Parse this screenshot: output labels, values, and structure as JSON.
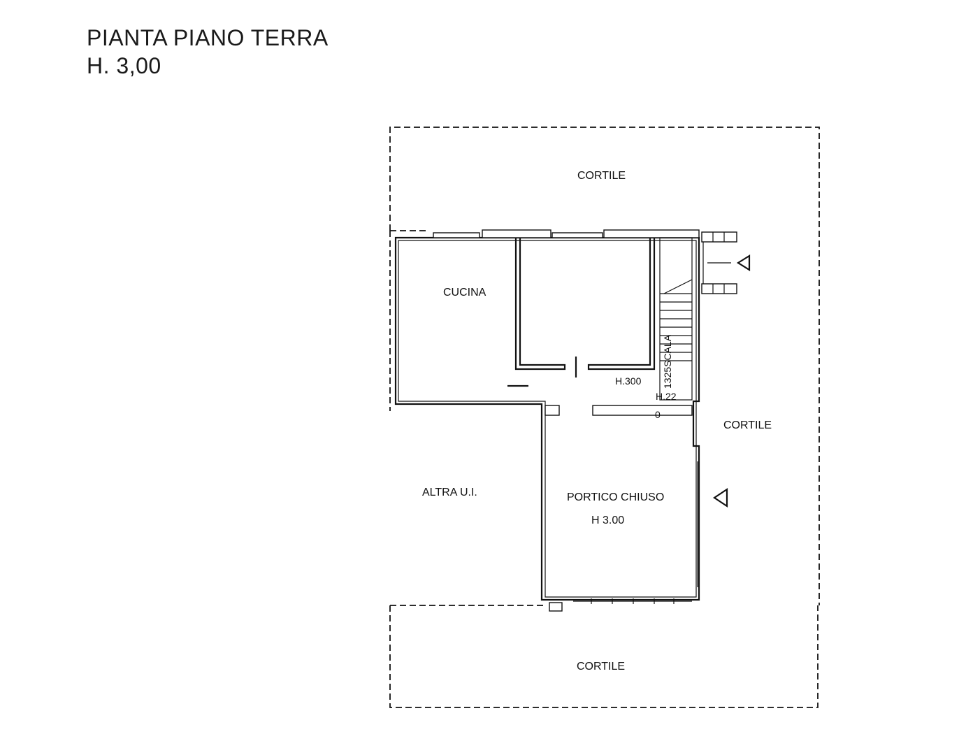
{
  "plan": {
    "title_line1": "PIANTA PIANO TERRA",
    "title_line2": "H. 3,00",
    "rooms": {
      "cortile_top": "CORTILE",
      "cortile_right": "CORTILE",
      "cortile_bottom": "CORTILE",
      "cucina": "CUCINA",
      "altra_ui": "ALTRA U.I.",
      "portico": "PORTICO CHIUSO",
      "portico_height": "H 3.00",
      "corridor_height": "H.300",
      "stair_height": "H.22",
      "stair_label": "1325SCALA",
      "stair_mark": "0"
    }
  }
}
